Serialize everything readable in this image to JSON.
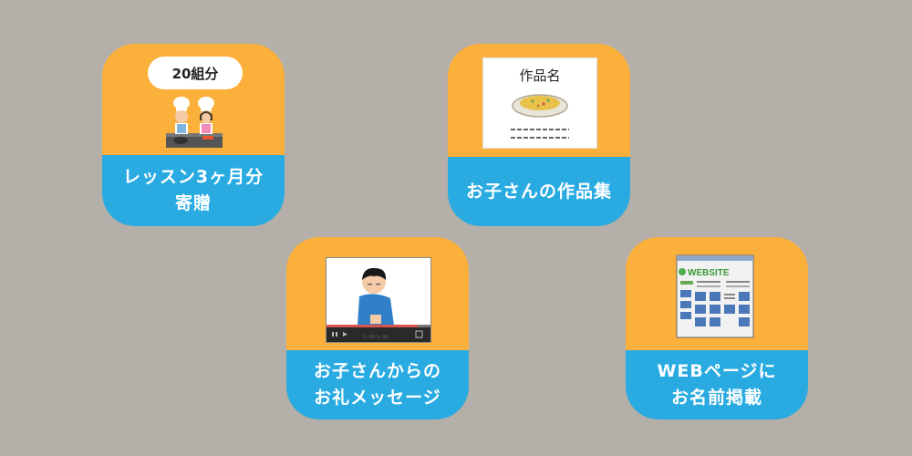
{
  "cards": [
    {
      "id": "lesson",
      "badge": "20組分",
      "label_lines": [
        "レッスン3ヶ月分",
        "寄贈"
      ],
      "icon": "chef-children-icon"
    },
    {
      "id": "artwork",
      "paper_title": "作品名",
      "label_lines": [
        "お子さんの作品集"
      ],
      "icon": "fried-rice-dish-icon"
    },
    {
      "id": "message",
      "video_time": "1:30/1:40",
      "label_lines": [
        "お子さんからの",
        "お礼メッセージ"
      ],
      "icon": "video-player-bowing-boy-icon"
    },
    {
      "id": "website",
      "site_logo": "WEBSITE",
      "label_lines": [
        "WEBページに",
        "お名前掲載"
      ],
      "icon": "website-page-icon"
    }
  ],
  "colors": {
    "background": "#b5afaa",
    "card_top": "#fbb03b",
    "card_bottom": "#29abe2",
    "label_text": "#ffffff"
  }
}
